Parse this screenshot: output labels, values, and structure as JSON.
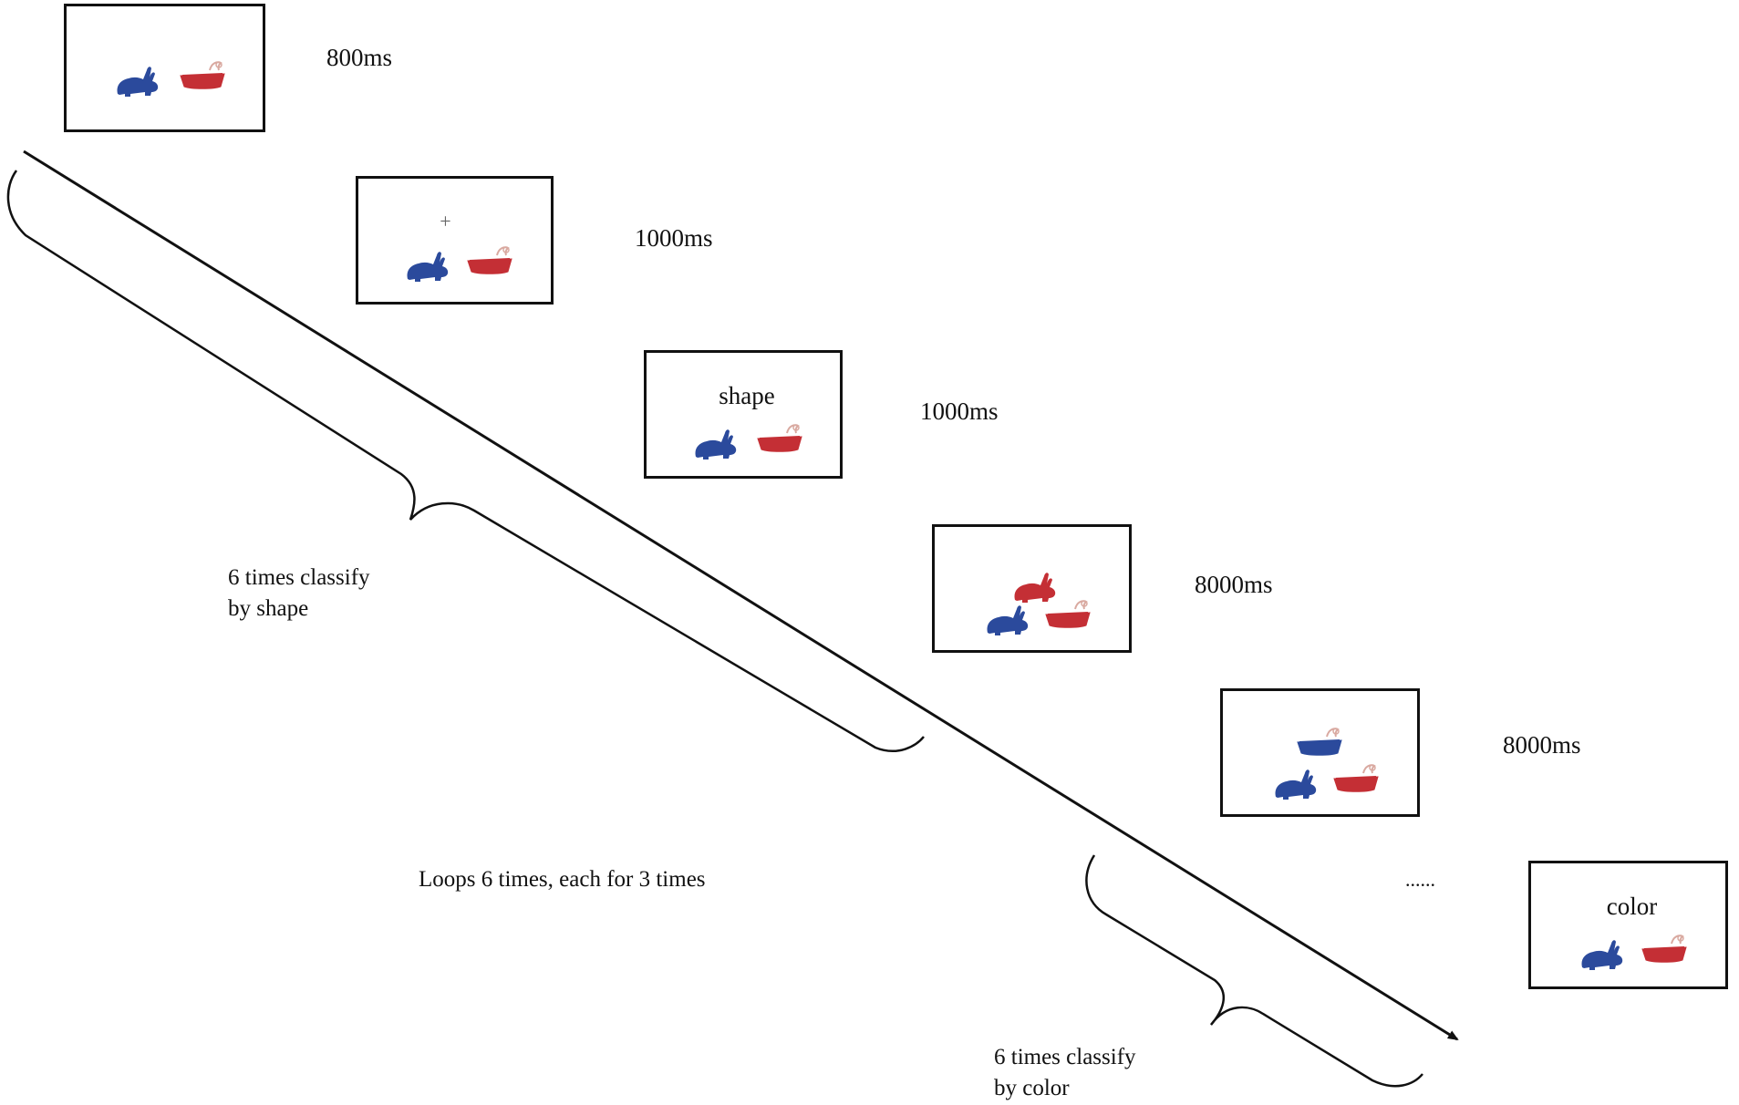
{
  "screens": [
    {
      "duration": "800ms",
      "cue": ""
    },
    {
      "duration": "1000ms",
      "cue": "+"
    },
    {
      "duration": "1000ms",
      "cue": "shape"
    },
    {
      "duration": "8000ms",
      "cue": ""
    },
    {
      "duration": "8000ms",
      "cue": ""
    },
    {
      "duration": "",
      "cue": "color"
    }
  ],
  "ellipsis": "......",
  "annotations": {
    "shape_block_line1": "6 times classify",
    "shape_block_line2": "by shape",
    "loops": "Loops 6 times, each for 3 times",
    "color_block_line1": "6 times classify",
    "color_block_line2": "by color"
  },
  "colors": {
    "rabbit_blue": "#2b4a9c",
    "boat_red": "#c42f35",
    "boat_blue": "#2b4a9c",
    "line": "#111111"
  },
  "icons": [
    "rabbit-icon",
    "boat-icon"
  ]
}
